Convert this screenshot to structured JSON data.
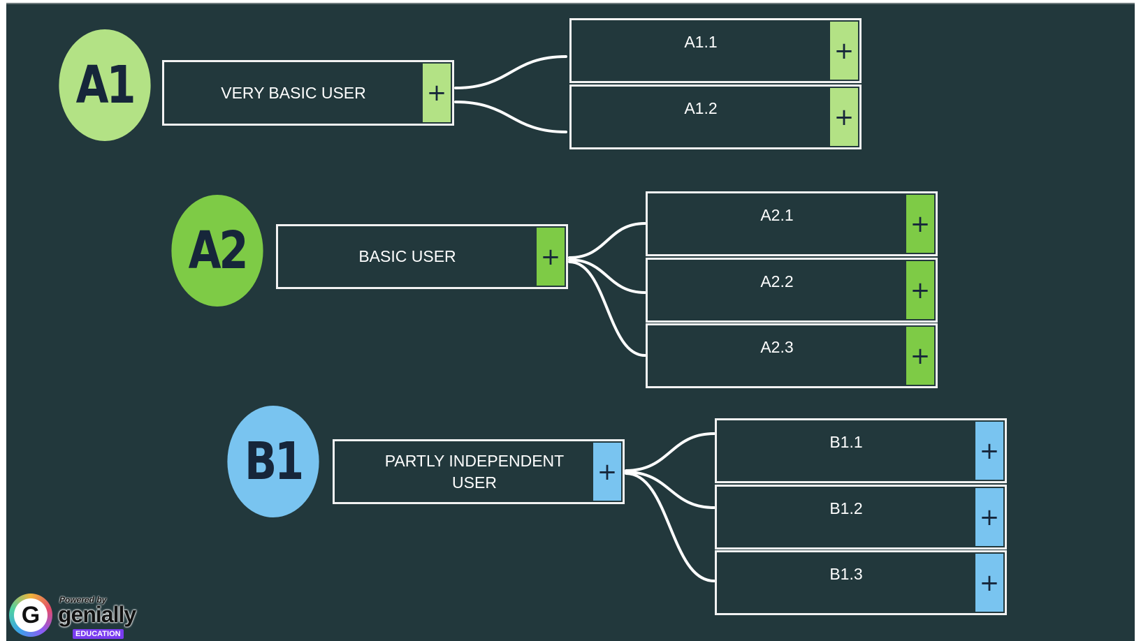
{
  "colors": {
    "background": "#22383c",
    "a1": "#b3e285",
    "a2": "#7ecb46",
    "b1": "#79c4f0",
    "text": "#ffffff",
    "icon": "#16263a"
  },
  "plus_symbol": "+",
  "levels": [
    {
      "code": "A1",
      "title": "VERY BASIC USER",
      "color": "a1",
      "sublevels": [
        "A1.1",
        "A1.2"
      ]
    },
    {
      "code": "A2",
      "title": "BASIC USER",
      "color": "a2",
      "sublevels": [
        "A2.1",
        "A2.2",
        "A2.3"
      ]
    },
    {
      "code": "B1",
      "title": "PARTLY INDEPENDENT\nUSER",
      "color": "b1",
      "sublevels": [
        "B1.1",
        "B1.2",
        "B1.3"
      ]
    }
  ],
  "logo": {
    "powered": "Powered by",
    "brand": "genially",
    "tag": "EDUCATION",
    "icon_letter": "G"
  }
}
